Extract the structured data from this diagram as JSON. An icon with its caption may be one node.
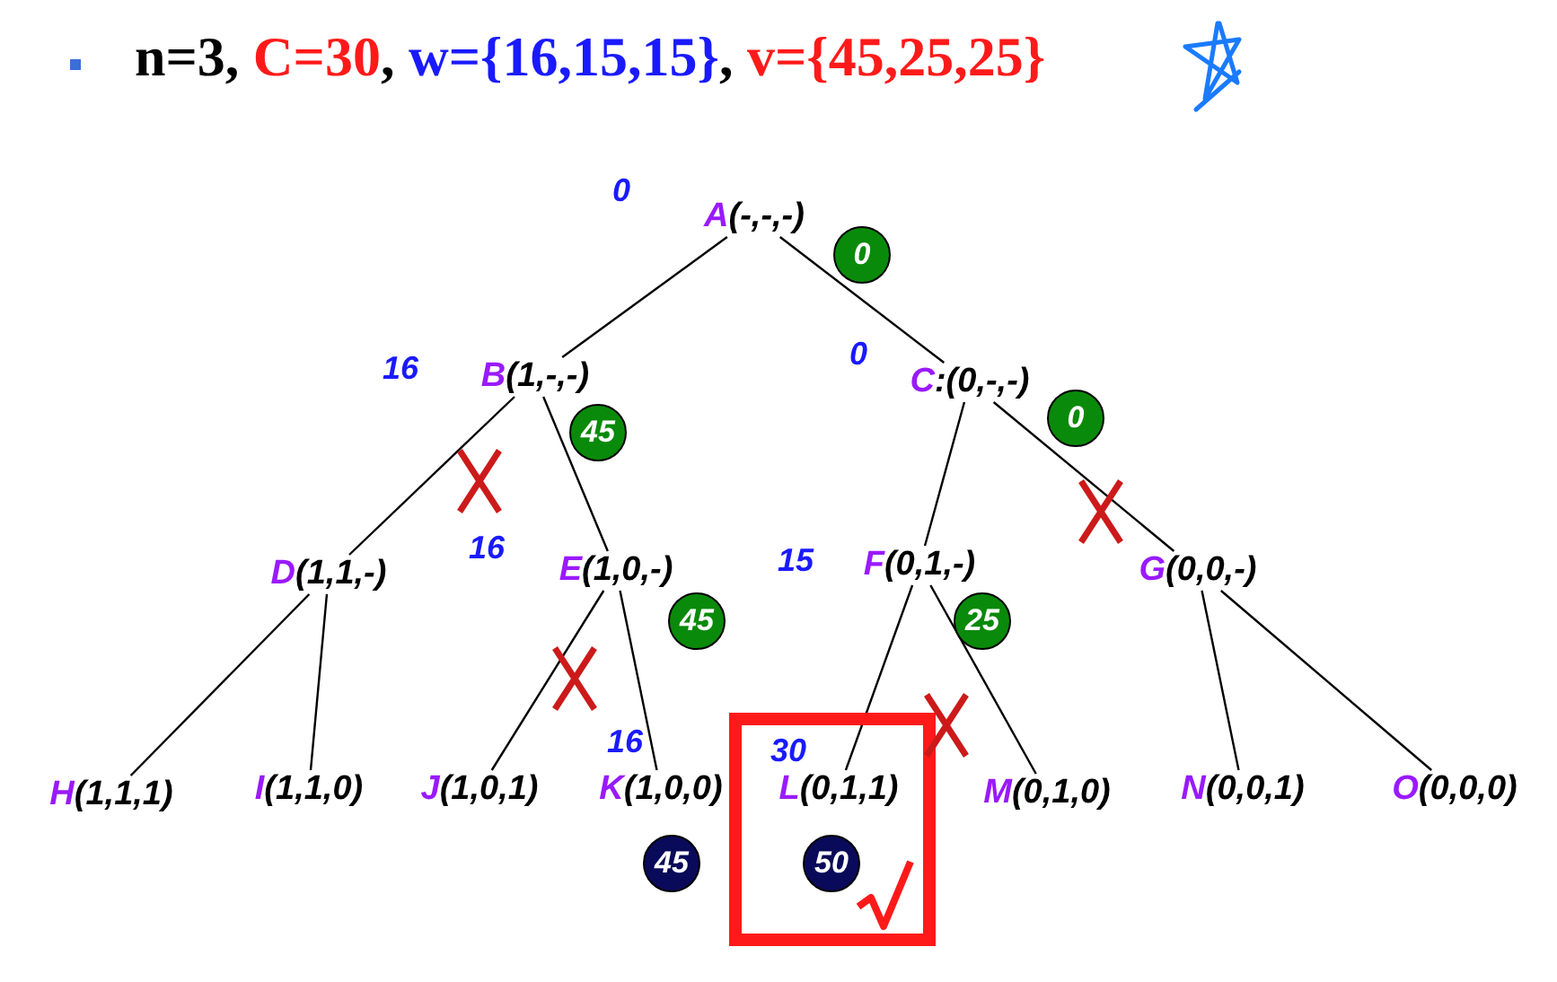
{
  "diagram": {
    "title": "n=3, C=30, w={16,15,15}, v={45,25,25}",
    "nodes": [
      {
        "text": [
          "A",
          "(-,-,-)"
        ],
        "beside": [
          "0"
        ]
      },
      {
        "text": [
          "B",
          "(1,-,-)"
        ],
        "beside": [
          "45"
        ]
      },
      {
        "text": [
          "C",
          ":(0,-,-)"
        ],
        "beside": [
          "0"
        ]
      },
      {
        "text": [
          "D",
          "(1,1,-)"
        ]
      },
      {
        "text": [
          "E",
          "(1,0,-)"
        ],
        "beside": [
          "45"
        ]
      },
      {
        "text": [
          "F",
          "(0,1,-)"
        ],
        "beside": [
          "25"
        ]
      },
      {
        "text": [
          "G",
          "(0,0,-)"
        ]
      },
      {
        "text": [
          "H",
          "(1,1,1)"
        ]
      },
      {
        "text": [
          "I",
          "(1,1,0)"
        ]
      },
      {
        "text": [
          "J",
          "(1,0,1)"
        ]
      },
      {
        "text": [
          "K",
          "(1,0,0)"
        ],
        "beside": [
          "45"
        ]
      },
      {
        "text": [],
        "shape": "box"
      },
      {
        "text": [
          "L",
          "(0,1,1)"
        ],
        "beside": [
          "50"
        ],
        "in": 11
      },
      {
        "text": [
          "M",
          "(0,1,0)"
        ]
      },
      {
        "text": [
          "N",
          "(0,0,1)"
        ]
      },
      {
        "text": [
          "O",
          "(0,0,0)"
        ]
      }
    ],
    "edges": [
      {
        "from": 0,
        "to": 1,
        "arrow": "none"
      },
      {
        "from": 0,
        "to": 2,
        "arrow": "none"
      },
      {
        "from": 1,
        "to": 3,
        "arrow": "none"
      },
      {
        "from": 1,
        "to": 4,
        "arrow": "none"
      },
      {
        "from": 2,
        "to": 5,
        "arrow": "none"
      },
      {
        "from": 2,
        "to": 6,
        "arrow": "none"
      },
      {
        "from": 3,
        "to": 7,
        "arrow": "none"
      },
      {
        "from": 3,
        "to": 8,
        "arrow": "none"
      },
      {
        "from": 4,
        "to": 9,
        "arrow": "none"
      },
      {
        "from": 4,
        "to": 10,
        "arrow": "none"
      },
      {
        "from": 5,
        "to": 12,
        "arrow": "none"
      },
      {
        "from": 5,
        "to": 13,
        "arrow": "none"
      },
      {
        "from": 6,
        "to": 14,
        "arrow": "none"
      },
      {
        "from": 6,
        "to": 15,
        "arrow": "none"
      }
    ],
    "labels": [
      "0",
      "16",
      "0",
      "16",
      "15",
      "16",
      "30"
    ]
  }
}
